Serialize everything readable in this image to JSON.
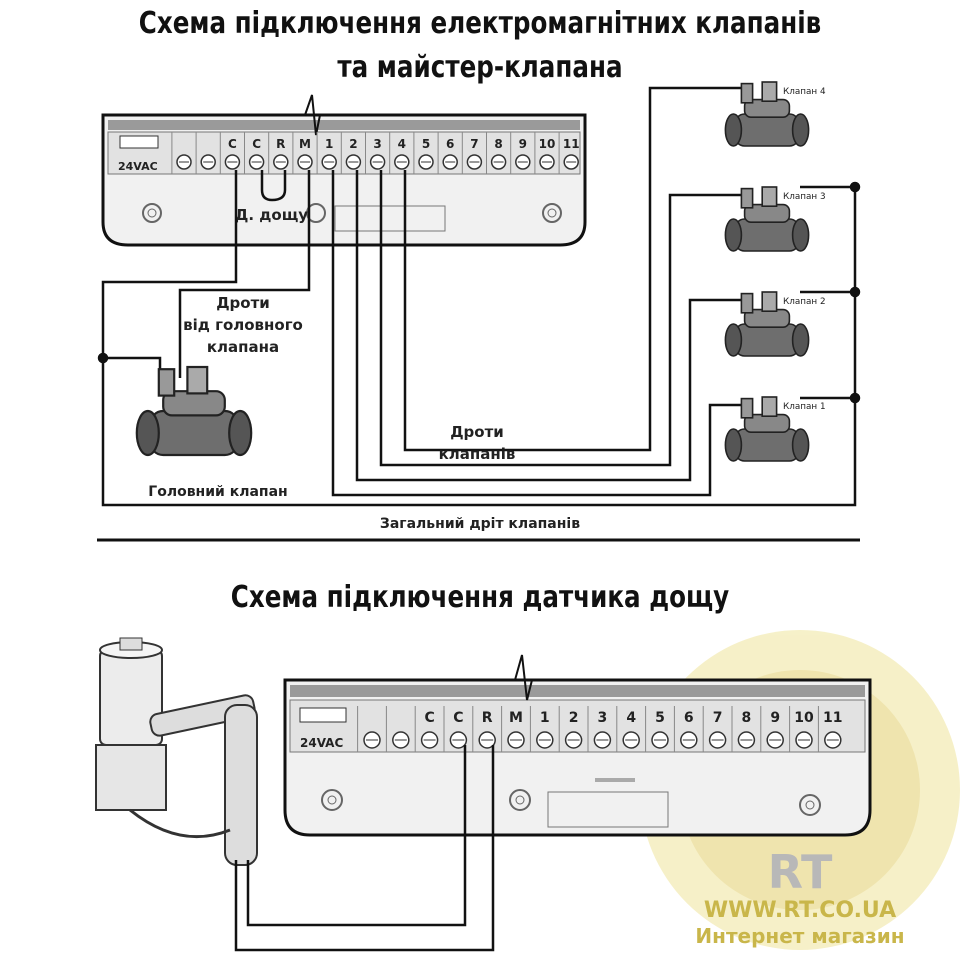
{
  "title_top_line1": "Схема підключення електромагнітних клапанів",
  "title_top_line2": "та майстер-клапана",
  "title_bottom": "Схема підключення датчика дощу",
  "controller": {
    "power_label": "24VAC",
    "terminal_labels": [
      "",
      "",
      "C",
      "C",
      "R",
      "M",
      "1",
      "2",
      "3",
      "4",
      "5",
      "6",
      "7",
      "8",
      "9",
      "10",
      "11"
    ]
  },
  "labels": {
    "rain_sensor_short": "Д. дощу",
    "master_wires": [
      "Дроти",
      "від головного",
      "клапана"
    ],
    "valve_wires": [
      "Дроти",
      "клапанів"
    ],
    "master_valve": "Головний клапан",
    "common_wire": "Загальний дріт клапанів",
    "valves": [
      "Клапан 4",
      "Клапан 3",
      "Клапан 2",
      "Клапан 1"
    ]
  },
  "watermark": {
    "top": "WWW.RT.CO.UA",
    "bottom": "Интернет магазин",
    "logo": "RT"
  },
  "colors": {
    "wire": "#111111",
    "panel": "#e2e2e2",
    "watermark": "#f3e8a0"
  }
}
